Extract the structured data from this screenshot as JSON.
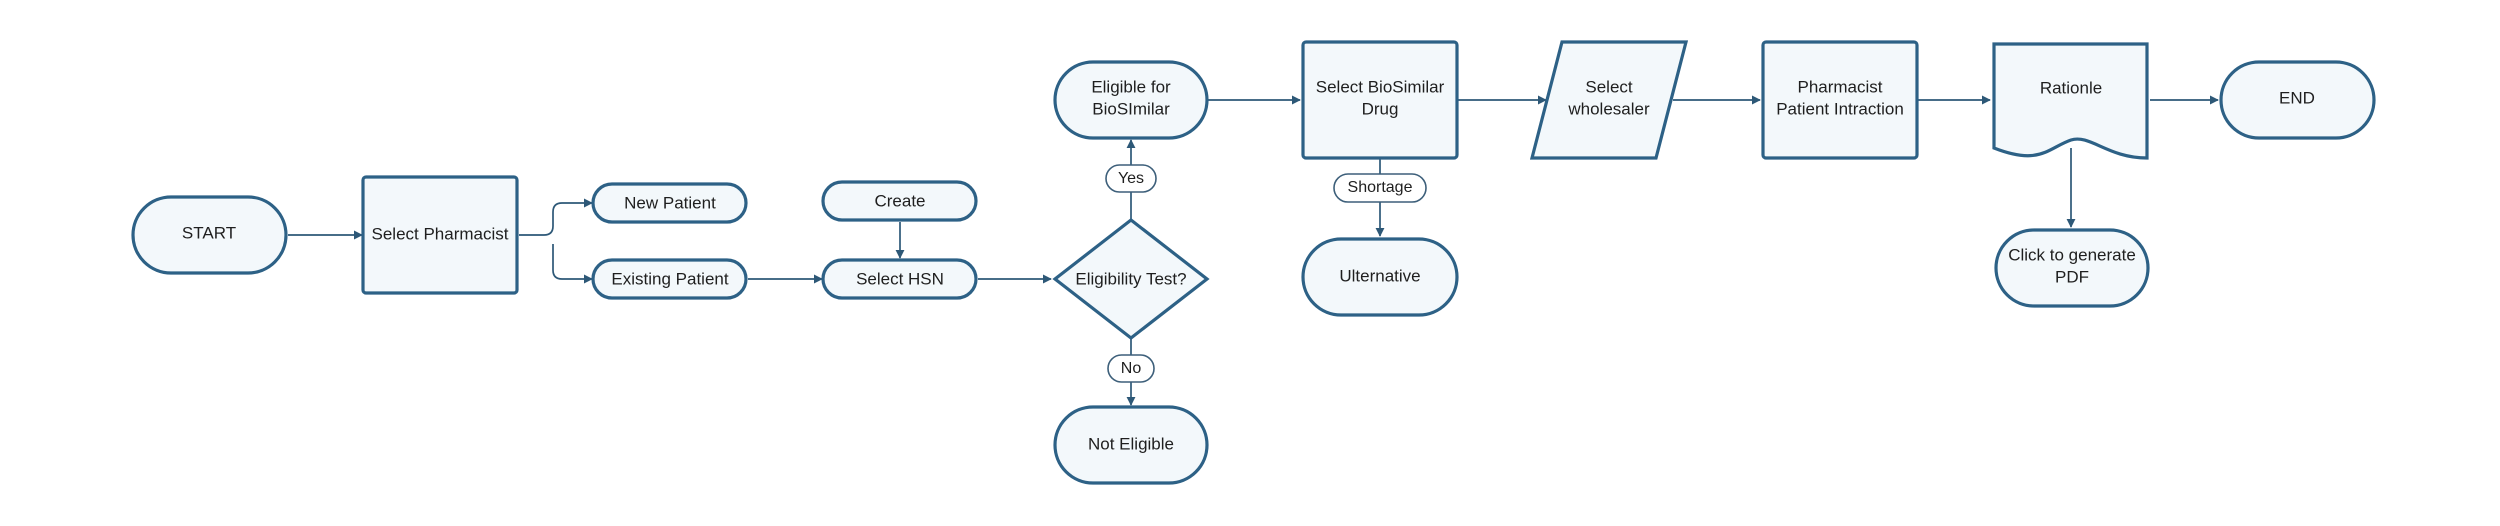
{
  "diagram": {
    "colors": {
      "stroke": "#2d6186",
      "fill": "#f3f8fb",
      "connector": "#2d5877",
      "text": "#1f1f1f"
    },
    "nodes": {
      "start": "START",
      "select_pharmacist": "Select Pharmacist",
      "new_patient": "New Patient",
      "existing_patient": "Existing Patient",
      "create": "Create",
      "select_hsn": "Select HSN",
      "eligibility_test": "Eligibility Test?",
      "eligible_line1": "Eligible for",
      "eligible_line2": "BioSImilar",
      "not_eligible": "Not Eligible",
      "select_biosimilar_line1": "Select BioSimilar",
      "select_biosimilar_line2": "Drug",
      "ulternative": "Ulternative",
      "select_wholesaler_line1": "Select",
      "select_wholesaler_line2": "wholesaler",
      "pharmacist_interaction_line1": "Pharmacist",
      "pharmacist_interaction_line2": "Patient Intraction",
      "rationle": "Rationle",
      "generate_pdf_line1": "Click to generate",
      "generate_pdf_line2": "PDF",
      "end": "END"
    },
    "edge_labels": {
      "yes": "Yes",
      "no": "No",
      "shortage": "Shortage"
    }
  }
}
